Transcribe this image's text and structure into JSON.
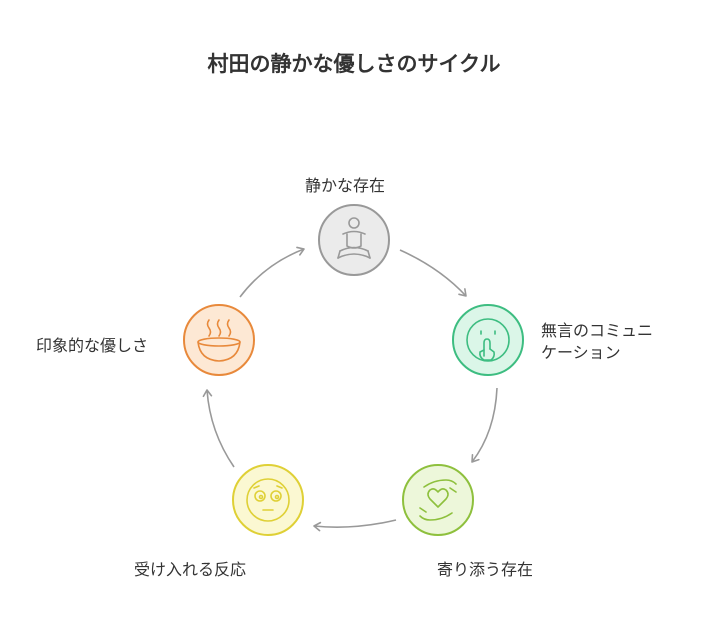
{
  "title": "村田の静かな優しさのサイクル",
  "nodes": [
    {
      "id": "shizuka",
      "label": "静かな存在",
      "icon": "meditation-icon",
      "stroke": "#999999",
      "fill": "#ebebeb"
    },
    {
      "id": "mugon",
      "label_lines": [
        "無言のコミュニ",
        "ケーション"
      ],
      "icon": "shush-face-icon",
      "stroke": "#3dbd81",
      "fill": "#dbf6e8"
    },
    {
      "id": "yorisou",
      "label": "寄り添う存在",
      "icon": "heart-hands-icon",
      "stroke": "#8ec03d",
      "fill": "#edf7da"
    },
    {
      "id": "ukeireru",
      "label": "受け入れる反応",
      "icon": "pleading-face-icon",
      "stroke": "#dfd036",
      "fill": "#fbf8d2"
    },
    {
      "id": "inshou",
      "label": "印象的な優しさ",
      "icon": "steaming-bowl-icon",
      "stroke": "#e8893b",
      "fill": "#fde8d4"
    }
  ],
  "arrow_color": "#999999"
}
